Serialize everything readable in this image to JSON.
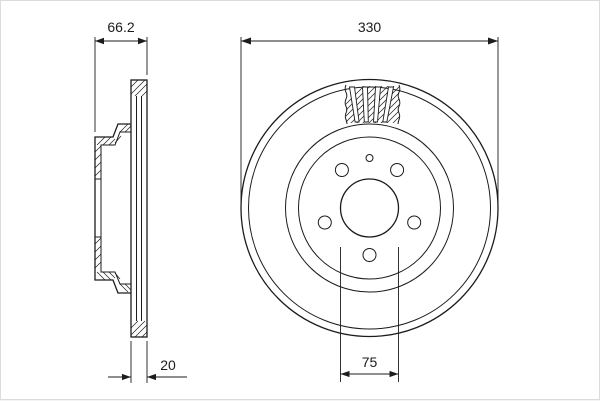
{
  "drawing": {
    "background": "#ffffff",
    "line_color": "#1c1c1c",
    "dimensions": {
      "overall_width": "66.2",
      "outer_diameter": "330",
      "disc_thickness": "20",
      "center_bore": "75"
    }
  }
}
